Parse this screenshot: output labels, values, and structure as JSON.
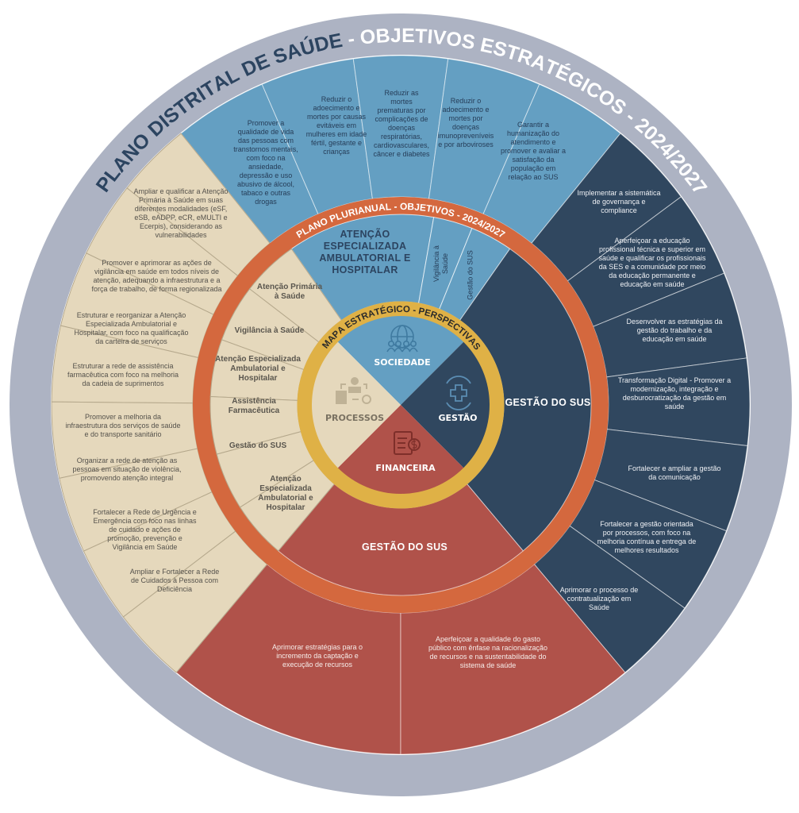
{
  "title": {
    "part1": "PLANO DISTRITAL DE SAÚDE",
    "part2": " - OBJETIVOS ESTRATÉGICOS - 2024/2027"
  },
  "ppa_ring_label": "PLANO PLURIANUAL - OBJETIVOS - 2024/2027",
  "map_ring_label": "MAPA ESTRATÉGICO - PERSPECTIVAS",
  "perspectives": {
    "sociedade": {
      "label": "SOCIEDADE",
      "icon": "globe-people-icon"
    },
    "gestao": {
      "label": "GESTÃO",
      "icon": "medical-cross-cycle-icon"
    },
    "financeira": {
      "label": "FINANCEIRA",
      "icon": "invoice-dollar-icon"
    },
    "processos": {
      "label": "PROCESSOS",
      "icon": "workflow-person-gear-icon"
    }
  },
  "colors": {
    "ring_gray": "#adb3c3",
    "sociedade": "#649fc2",
    "gestao": "#30475f",
    "financeira": "#b0524a",
    "processos": "#e5d8bc",
    "ppa_ring": "#d4683e",
    "map_ring": "#dfb146",
    "title_dark": "#2c4460"
  },
  "ppa_objectives": {
    "sociedade": [
      "ATENÇÃO ESPECIALIZADA AMBULATORIAL E HOSPITALAR",
      "Vigilância à Saúde",
      "Gestão do SUS"
    ],
    "gestao": [
      "GESTÃO DO SUS"
    ],
    "financeira": [
      "GESTÃO DO SUS"
    ],
    "processos": [
      "Atenção Primária à Saúde",
      "Vigilância à Saúde",
      "Atenção Especializada Ambulatorial e Hospitalar",
      "Assistência Farmacêutica",
      "Gestão do SUS",
      "Atenção Especializada Ambulatorial e Hospitalar"
    ]
  },
  "objectives": {
    "sociedade": [
      "Promover a qualidade de vida das pessoas com transtornos mentais, com foco na ansiedade, depressão e uso abusivo de álcool, tabaco e outras drogas",
      "Reduzir o adoecimento e mortes por causas evitáveis em mulheres em idade fértil, gestante e crianças",
      "Reduzir as mortes prematuras por complicações de doenças respiratórias, cardiovasculares, câncer e diabetes",
      "Reduzir o adoecimento e mortes por doenças imunopreveníveis e por arboviroses",
      "Garantir a humanização do atendimento e promover e avaliar a satisfação da população em relação ao SUS"
    ],
    "gestao": [
      "Implementar a sistemática de governança e compliance",
      "Aperfeiçoar a educação profissional técnica e superior em saúde e qualificar os profissionais da SES e a comunidade por meio da educação permanente e educação em saúde",
      "Desenvolver as estratégias da gestão do trabalho e da educação em saúde",
      "Transformação Digital - Promover a modernização, integração e desburocratização da gestão em saúde",
      "Fortalecer e ampliar a gestão da comunicação",
      "Fortalecer a gestão orientada por processos, com foco na melhoria contínua e entrega de melhores resultados",
      "Aprimorar o processo de contratualização em Saúde"
    ],
    "financeira": [
      "Aprimorar estratégias para o incremento da captação e execução de recursos",
      "Aperfeiçoar a qualidade do gasto público com ênfase na racionalização de recursos e na sustentabilidade do sistema de saúde"
    ],
    "processos": [
      "Ampliar e qualificar a Atenção Primária à Saúde em suas diferentes modalidades (eSF, eSB, eADPP, eCR, eMULTI e Ecerpis), considerando as vulnerabilidades",
      "Promover e aprimorar as ações de vigilância em saúde em todos níveis de atenção, adequando a infraestrutura e a força de trabalho, de forma regionalizada",
      "Estruturar e reorganizar a Atenção Especializada Ambulatorial e Hospitalar, com foco na qualificação da carteira de serviços",
      "Estruturar a rede de assistência farmacêutica com foco na melhoria da cadeia de suprimentos",
      "Promover a melhoria da infraestrutura dos serviços de saúde e do transporte sanitário",
      "Organizar a rede de atenção as pessoas em situação de violência, promovendo atenção integral",
      "Fortalecer a Rede de Urgência e Emergência com foco nas linhas de cuidado e ações de promoção, prevenção e Vigilância em Saúde",
      "Ampliar e Fortalecer a Rede de Cuidados à Pessoa com Deficiência"
    ]
  }
}
